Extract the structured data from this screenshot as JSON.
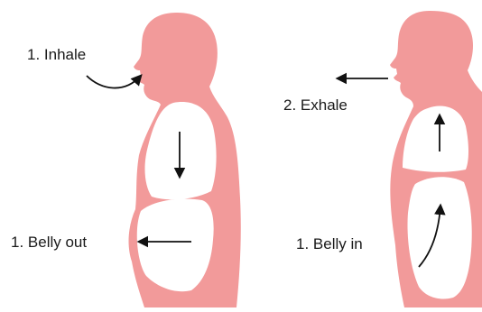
{
  "colors": {
    "body": "#f29a9a",
    "cavity": "#ffffff",
    "arrow": "#111111",
    "text": "#1a1a1a",
    "background": "#ffffff"
  },
  "labels": {
    "inhale": "1. Inhale",
    "belly_out": "1. Belly out",
    "exhale": "2. Exhale",
    "belly_in": "1. Belly in"
  }
}
